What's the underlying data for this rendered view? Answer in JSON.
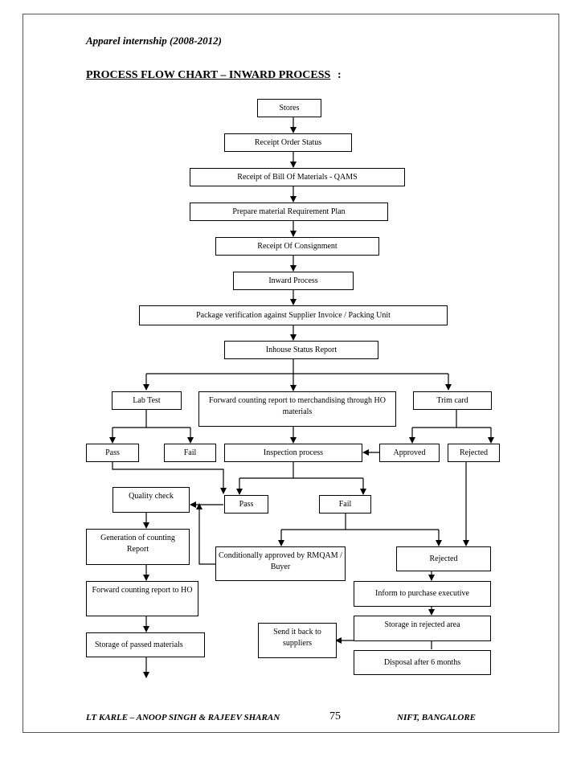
{
  "page": {
    "header": "Apparel internship (2008-2012)",
    "title": "PROCESS FLOW CHART – INWARD PROCESS",
    "title_suffix": ":",
    "footer_left": "LT KARLE – ANOOP SINGH & RAJEEV SHARAN",
    "page_number": "75",
    "footer_right": "NIFT, BANGALORE"
  },
  "flow": {
    "stores": "Stores",
    "receipt_order_status": "Receipt Order Status",
    "receipt_bom": "Receipt of Bill Of Materials - QAMS",
    "prepare_plan": "Prepare material Requirement Plan",
    "receipt_consignment": "Receipt Of Consignment",
    "inward_process": "Inward Process",
    "package_verification": "Package verification against Supplier Invoice / Packing Unit",
    "inhouse_status": "Inhouse Status Report",
    "lab_test": "Lab Test",
    "forward_merch": "Forward counting report to merchandising through HO materials",
    "trim_card": "Trim card",
    "pass_left": "Pass",
    "fail_left": "Fail",
    "inspection": "Inspection process",
    "approved": "Approved",
    "rejected_top": "Rejected",
    "quality_check": "Quality check",
    "pass_mid": "Pass",
    "fail_mid": "Fail",
    "generation_report": "Generation of counting Report",
    "conditionally_approved": "Conditionally approved by RMQAM / Buyer",
    "rejected_mid": "Rejected",
    "forward_ho": "Forward counting report to HO",
    "inform_purchase": "Inform to purchase executive",
    "send_back": "Send it back to suppliers",
    "storage_rejected": "Storage in rejected area",
    "storage_passed": "Storage of passed materials",
    "disposal": "Disposal after 6 months"
  }
}
